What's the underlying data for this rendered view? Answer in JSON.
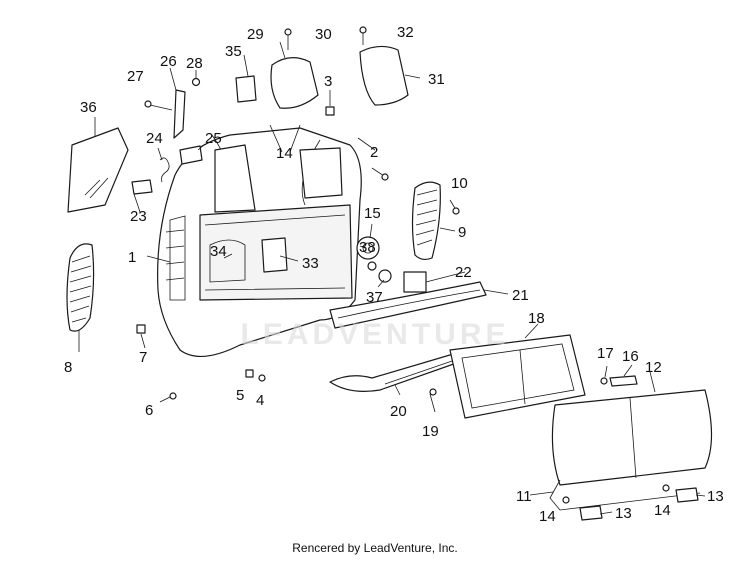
{
  "diagram": {
    "callouts": [
      "1",
      "2",
      "3",
      "4",
      "5",
      "6",
      "7",
      "8",
      "9",
      "10",
      "11",
      "12",
      "13",
      "13",
      "14",
      "14",
      "14",
      "15",
      "16",
      "17",
      "18",
      "19",
      "20",
      "21",
      "22",
      "23",
      "24",
      "25",
      "26",
      "27",
      "28",
      "29",
      "30",
      "31",
      "32",
      "33",
      "34",
      "35",
      "36",
      "37",
      "38"
    ],
    "watermark": "LEADVENTURE",
    "credit": "Rencered by LeadVenture, Inc."
  }
}
